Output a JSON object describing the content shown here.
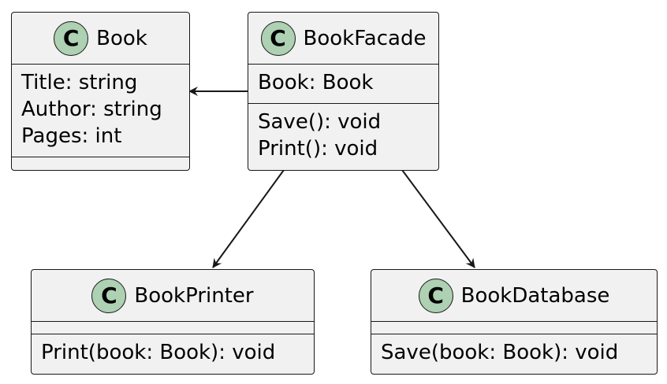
{
  "diagram": {
    "classes": {
      "book": {
        "icon": "C",
        "name": "Book",
        "attributes": [
          "Title: string",
          "Author: string",
          "Pages: int"
        ],
        "methods": []
      },
      "bookfacade": {
        "icon": "C",
        "name": "BookFacade",
        "attributes": [
          "Book: Book"
        ],
        "methods": [
          "Save(): void",
          "Print(): void"
        ]
      },
      "bookprinter": {
        "icon": "C",
        "name": "BookPrinter",
        "attributes": [],
        "methods": [
          "Print(book: Book): void"
        ]
      },
      "bookdatabase": {
        "icon": "C",
        "name": "BookDatabase",
        "attributes": [],
        "methods": [
          "Save(book: Book): void"
        ]
      }
    },
    "relations": [
      {
        "from": "BookFacade",
        "to": "Book",
        "type": "association"
      },
      {
        "from": "BookFacade",
        "to": "BookPrinter",
        "type": "association"
      },
      {
        "from": "BookFacade",
        "to": "BookDatabase",
        "type": "association"
      }
    ],
    "colors": {
      "box_fill": "#f1f1f1",
      "stroke": "#181818",
      "class_icon_fill": "#add1b2"
    }
  }
}
